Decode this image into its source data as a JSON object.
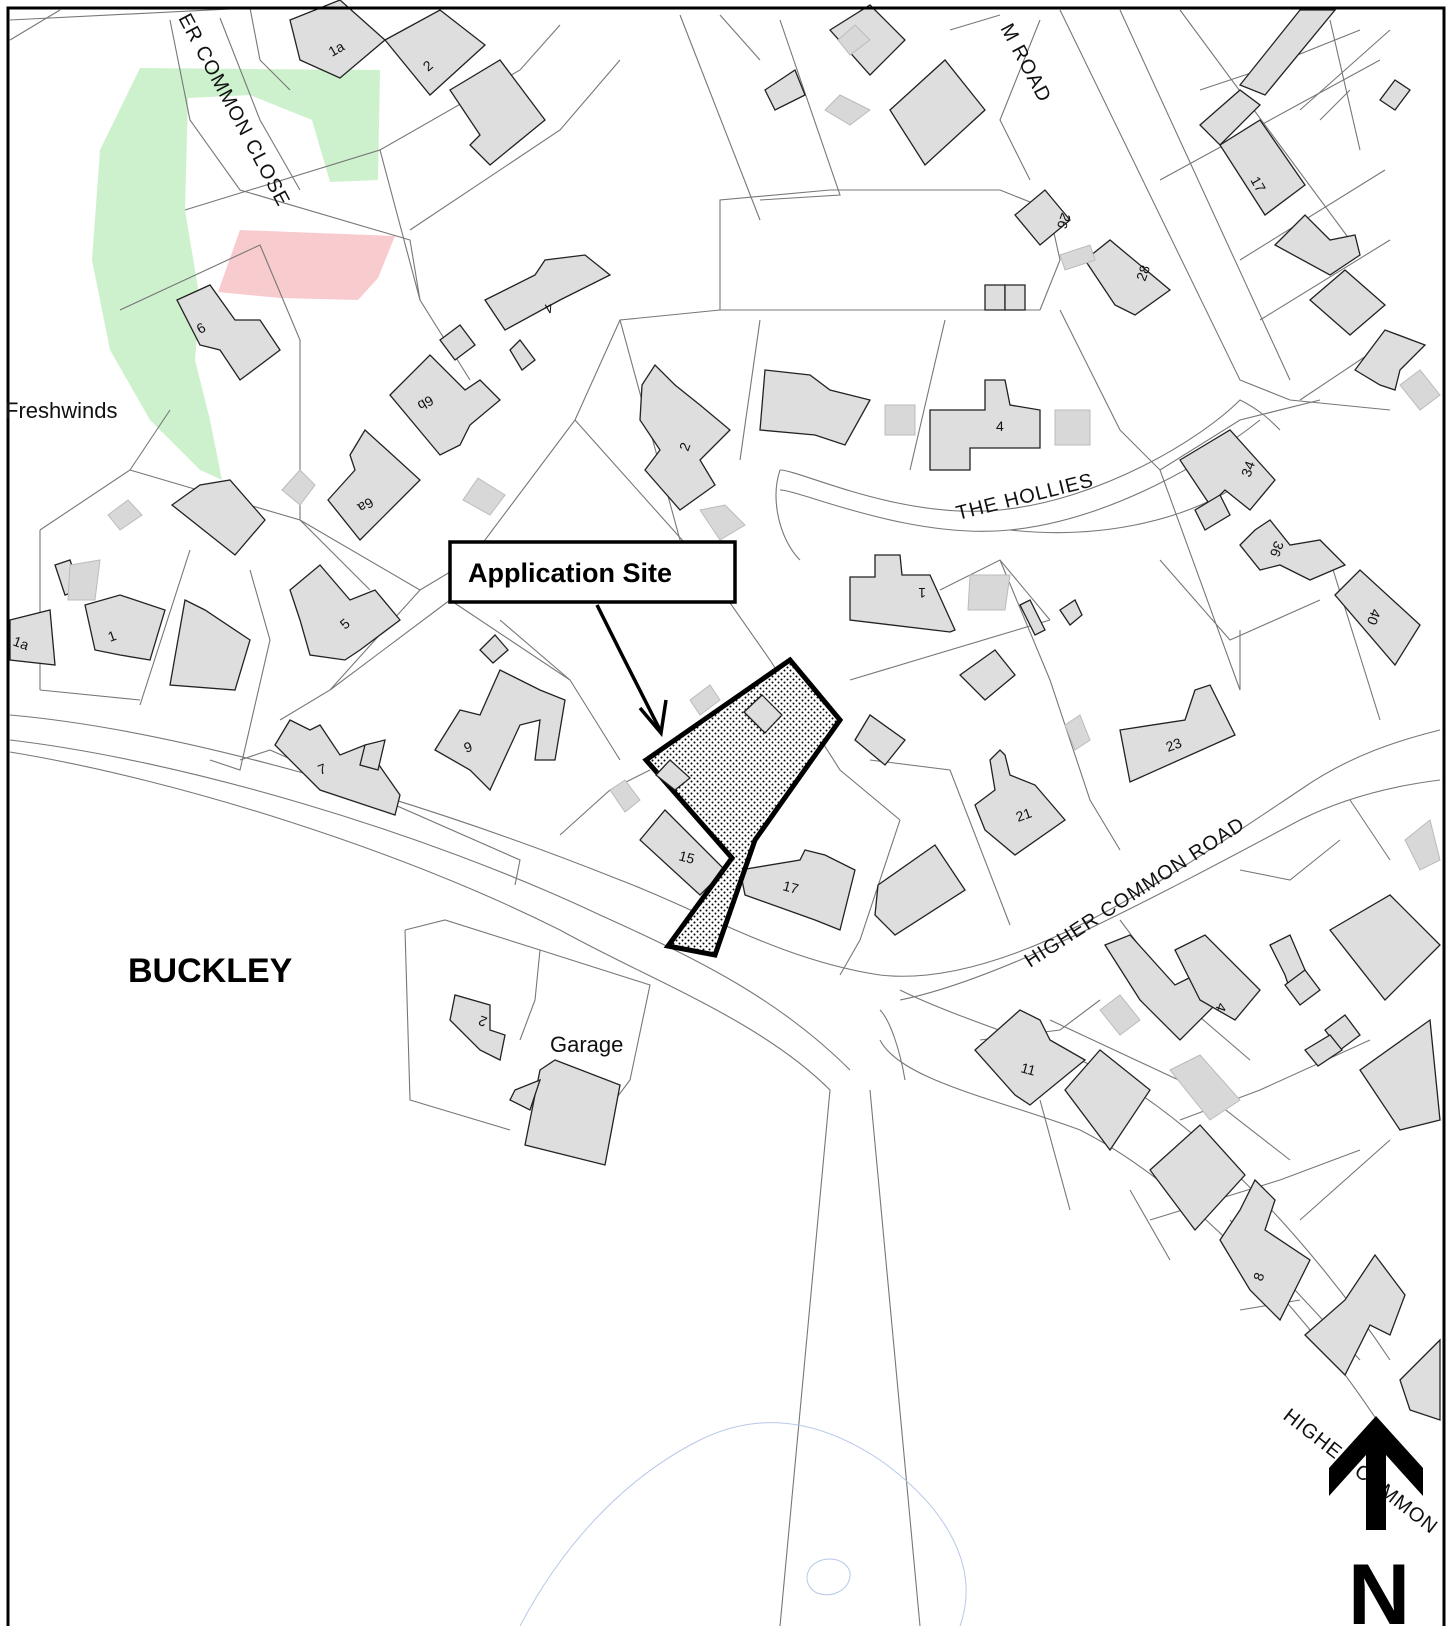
{
  "callout": {
    "label": "Application Site"
  },
  "place_names": {
    "town": "BUCKLEY",
    "freshwinds": "Freshwinds",
    "garage": "Garage"
  },
  "streets": {
    "higher_common_road": "HIGHER COMMON ROAD",
    "higher_common_road_se": "HIGHER COMMON",
    "the_hollies": "THE HOLLIES",
    "higher_common_close": "ER COMMON CLOSE",
    "top_road": "M ROAD"
  },
  "house_numbers": {
    "h1a_top": "1a",
    "h2_top": "2",
    "h9_top": "9",
    "h6b": "6b",
    "h4_top": "4",
    "h6a": "6a",
    "h5": "5",
    "h1": "1",
    "h1a_left": "1a",
    "h7": "7",
    "h9_mid": "9",
    "h2_hollies": "2",
    "h4_hollies": "4",
    "h1_hollies": "1",
    "h15": "15",
    "h17": "17",
    "h21": "21",
    "h23": "23",
    "h26": "26",
    "h28": "28",
    "h17_ne": "17",
    "h34": "34",
    "h36": "36",
    "h40": "40",
    "h2_south": "2",
    "h11": "11",
    "h4_se": "4",
    "h8": "8"
  },
  "colors": {
    "green_area": "#c8f0c8",
    "pink_area": "#f8c8cc",
    "building": "#dedede",
    "site_hatch": "#000000"
  },
  "north_arrow": {
    "label": "N"
  }
}
